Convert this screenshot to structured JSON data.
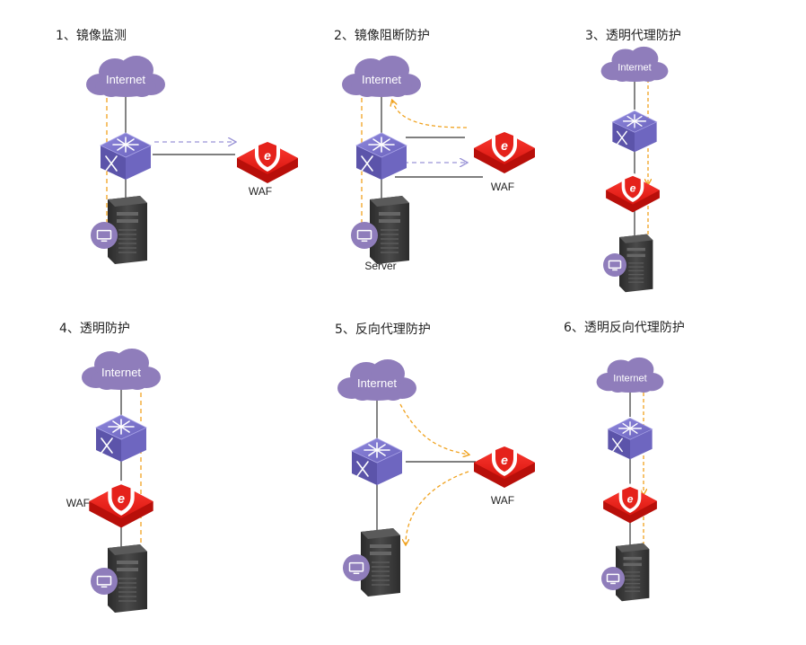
{
  "colors": {
    "cloud": "#8f7dbb",
    "switch": "#7b72c8",
    "waf": "#e5221b",
    "server": "#3a3a3a",
    "monitor_badge": "#8f7dbb",
    "link": "#333333",
    "mirror_dash": "#9a93d6",
    "traffic_dash": "#f0a21e"
  },
  "icons": {
    "cloud": "internet-cloud-icon",
    "switch": "network-switch-icon",
    "waf": "waf-shield-icon",
    "server": "server-tower-icon",
    "monitor": "monitor-icon"
  },
  "panels": [
    {
      "title": "1、镜像监测",
      "internet": "Internet",
      "waf": "WAF",
      "server": ""
    },
    {
      "title": "2、镜像阻断防护",
      "internet": "Internet",
      "waf": "WAF",
      "server": "Server"
    },
    {
      "title": "3、透明代理防护",
      "internet": "Internet",
      "waf": "",
      "server": ""
    },
    {
      "title": "4、透明防护",
      "internet": "Internet",
      "waf": "WAF",
      "server": ""
    },
    {
      "title": "5、反向代理防护",
      "internet": "Internet",
      "waf": "WAF",
      "server": ""
    },
    {
      "title": "6、透明反向代理防护",
      "internet": "Internet",
      "waf": "",
      "server": ""
    }
  ]
}
